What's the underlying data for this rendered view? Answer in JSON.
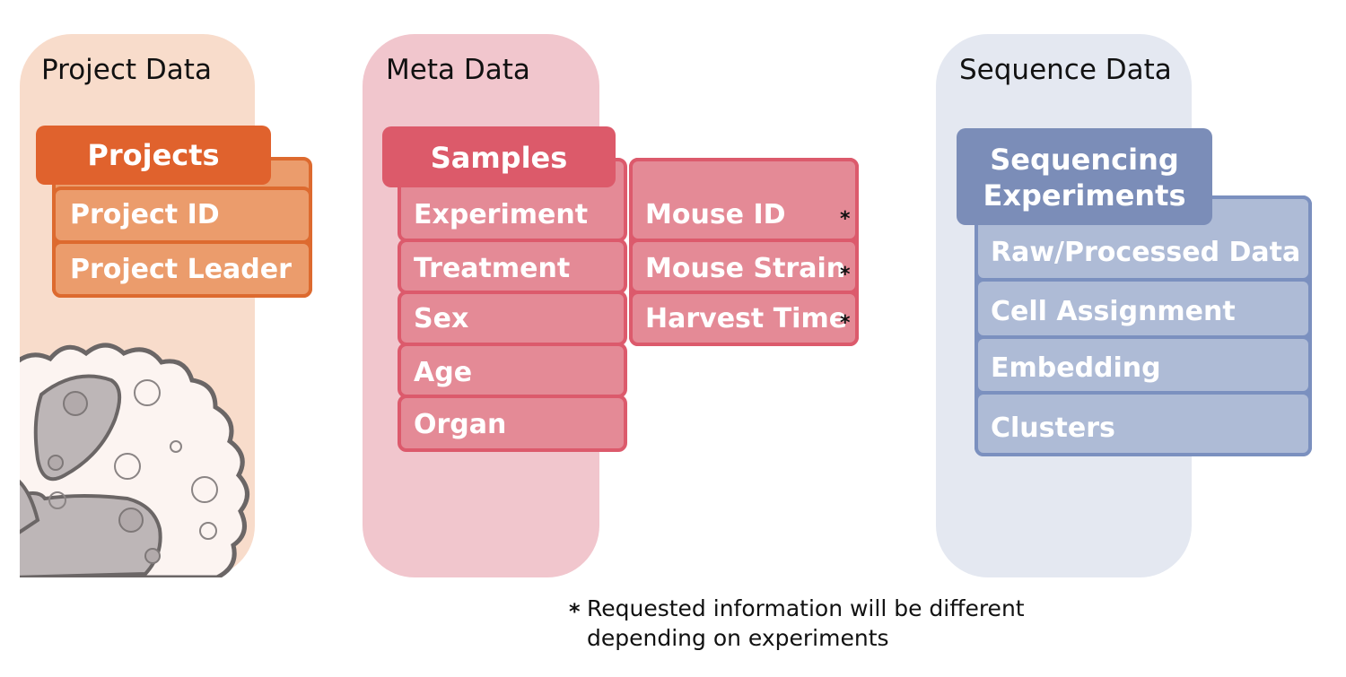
{
  "colors": {
    "project_panel": "#f8dccb",
    "meta_panel": "#f1c6cd",
    "sequence_panel": "#e4e8f1",
    "project_header": "#e0622d",
    "meta_header": "#dc5a6a",
    "sequence_header": "#7b8db8"
  },
  "project": {
    "title": "Project Data",
    "header": "Projects",
    "fields": [
      "Project ID",
      "Project Leader"
    ]
  },
  "meta": {
    "title": "Meta Data",
    "header": "Samples",
    "fields": [
      "Experiment",
      "Treatment",
      "Sex",
      "Age",
      "Organ"
    ],
    "extra_fields": [
      "Mouse ID",
      "Mouse Strain",
      "Harvest Time"
    ],
    "marker": "*"
  },
  "sequence": {
    "title": "Sequence Data",
    "header_line1": "Sequencing",
    "header_line2": "Experiments",
    "fields": [
      "Raw/Processed Data",
      "Cell Assignment",
      "Embedding",
      "Clusters"
    ]
  },
  "footnote": {
    "marker": "*",
    "line1": "Requested information will be different",
    "line2": "depending on experiments"
  }
}
